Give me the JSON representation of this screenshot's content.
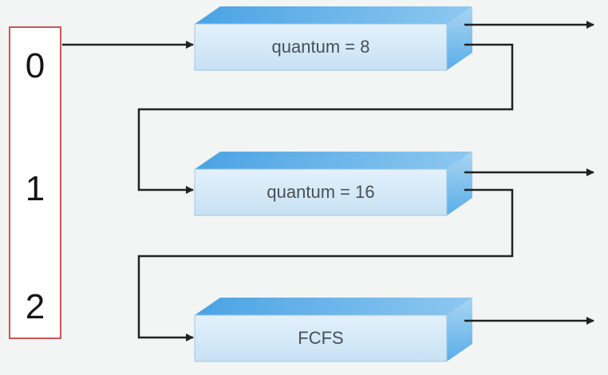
{
  "levels": [
    "0",
    "1",
    "2"
  ],
  "queues": [
    {
      "label": "quantum = 8"
    },
    {
      "label": "quantum = 16"
    },
    {
      "label": "FCFS"
    }
  ],
  "colors": {
    "box_front": "#d3e8f7",
    "box_top": "#6fb5ea",
    "box_side": "#8cc6ef",
    "level_border": "#cc5555",
    "line": "#222222"
  }
}
